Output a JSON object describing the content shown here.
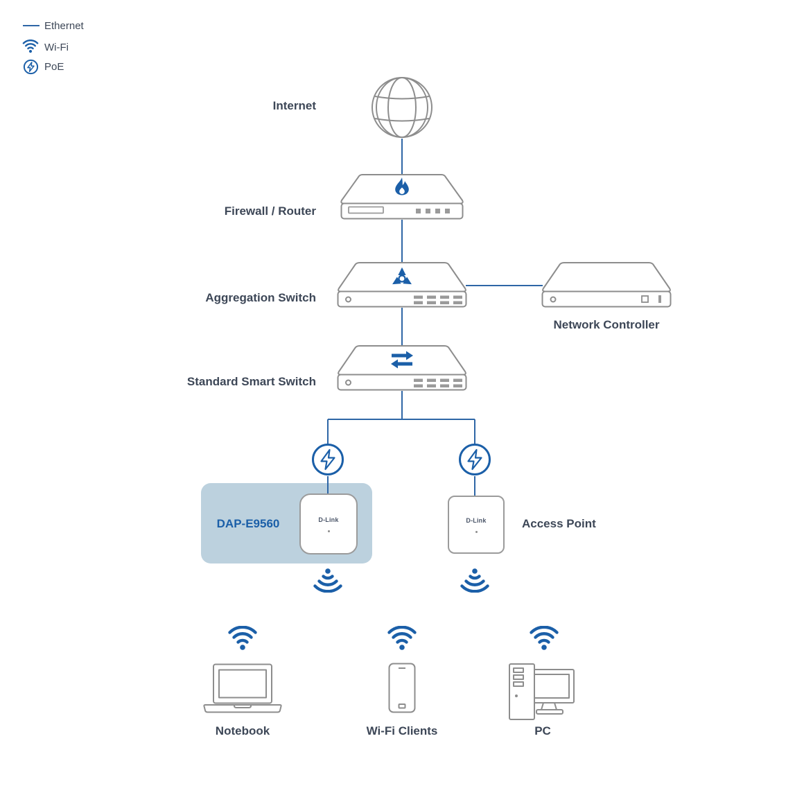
{
  "colors": {
    "accent_blue": "#1b5fa8",
    "line_blue": "#2e66a6",
    "device_outline_gray": "#8d8d8d",
    "port_fill_gray": "#9a9a9a",
    "label_color": "#3d4757",
    "highlight_bg": "#bcd1de"
  },
  "legend": {
    "items": [
      {
        "name": "ethernet",
        "label": "Ethernet"
      },
      {
        "name": "wifi",
        "label": "Wi-Fi"
      },
      {
        "name": "poe",
        "label": "PoE"
      }
    ]
  },
  "nodes": {
    "internet": {
      "label": "Internet"
    },
    "firewall_router": {
      "label": "Firewall / Router"
    },
    "aggregation_switch": {
      "label": "Aggregation Switch"
    },
    "network_controller": {
      "label": "Network Controller"
    },
    "standard_smart_switch": {
      "label": "Standard Smart Switch"
    },
    "dap_e9560": {
      "label": "DAP-E9560",
      "brand": "D-Link",
      "highlighted": true
    },
    "access_point": {
      "label": "Access Point",
      "brand": "D-Link"
    },
    "notebook": {
      "label": "Notebook"
    },
    "wifi_clients": {
      "label": "Wi-Fi Clients"
    },
    "pc": {
      "label": "PC"
    }
  },
  "edges": [
    {
      "from": "internet",
      "to": "firewall_router",
      "link": "ethernet"
    },
    {
      "from": "firewall_router",
      "to": "aggregation_switch",
      "link": "ethernet"
    },
    {
      "from": "aggregation_switch",
      "to": "network_controller",
      "link": "ethernet"
    },
    {
      "from": "aggregation_switch",
      "to": "standard_smart_switch",
      "link": "ethernet"
    },
    {
      "from": "standard_smart_switch",
      "to": "dap_e9560",
      "link": "poe"
    },
    {
      "from": "standard_smart_switch",
      "to": "access_point",
      "link": "poe"
    },
    {
      "from": "dap_e9560",
      "to": "wifi_clients",
      "link": "wifi"
    },
    {
      "from": "access_point",
      "to": "wifi_clients",
      "link": "wifi"
    }
  ]
}
